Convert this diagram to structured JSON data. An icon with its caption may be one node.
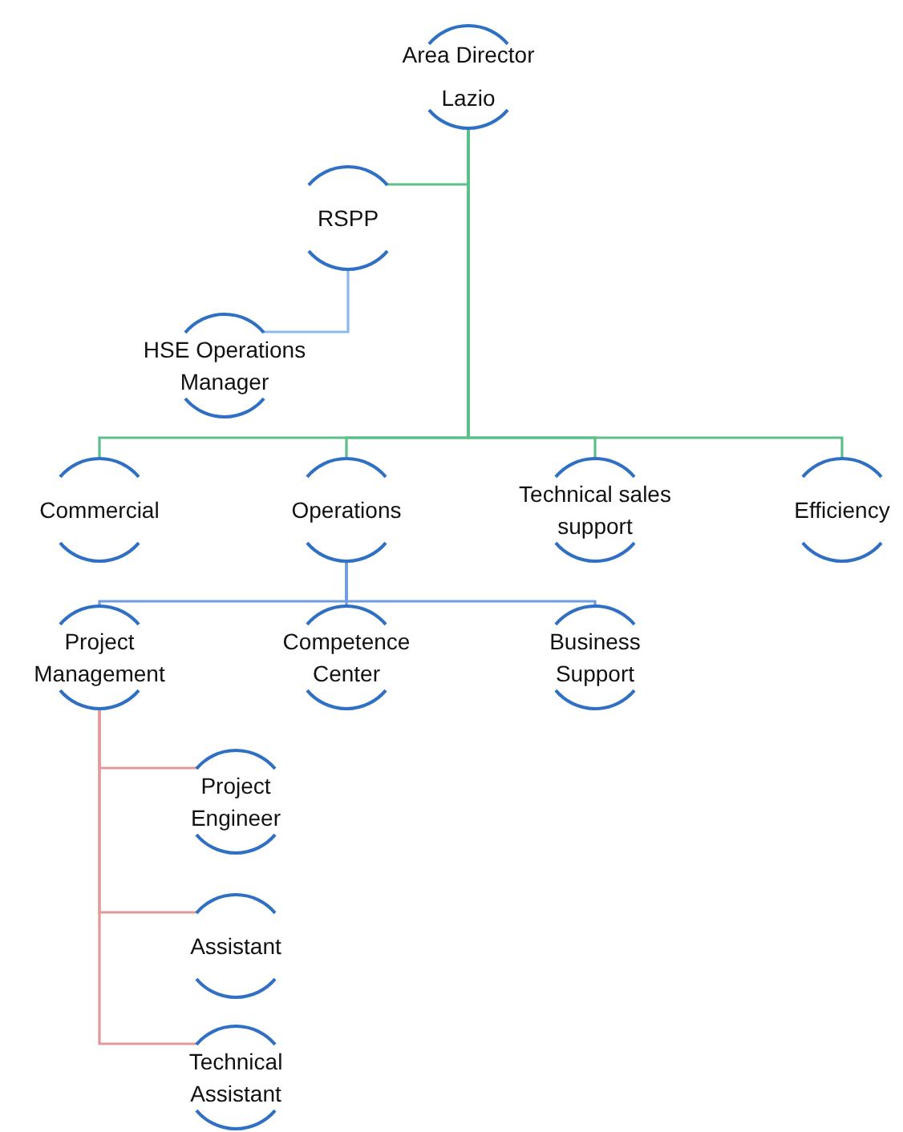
{
  "diagram": {
    "nodes": [
      {
        "text": [
          "Area Director Lazio"
        ]
      },
      {
        "text": [
          "RSPP"
        ]
      },
      {
        "text": [
          "HSE Operations Manager"
        ]
      },
      {
        "text": [
          "Commercial"
        ]
      },
      {
        "text": [
          "Operations"
        ]
      },
      {
        "text": [
          "Technical sales support"
        ]
      },
      {
        "text": [
          "Efficiency"
        ]
      },
      {
        "text": [
          "Project Management"
        ]
      },
      {
        "text": [
          "Competence Center"
        ]
      },
      {
        "text": [
          "Business Support"
        ]
      },
      {
        "text": [
          "Project Engineer"
        ]
      },
      {
        "text": [
          "Assistant"
        ]
      },
      {
        "text": [
          "Technical Assistant"
        ]
      }
    ],
    "edges": [
      {
        "from": 0,
        "to": 1,
        "arrow": "none"
      },
      {
        "from": 1,
        "to": 2,
        "arrow": "none",
        "color": "#8db8ec"
      },
      {
        "from": 0,
        "to": 3,
        "arrow": "none"
      },
      {
        "from": 0,
        "to": 4,
        "arrow": "none"
      },
      {
        "from": 0,
        "to": 5,
        "arrow": "none"
      },
      {
        "from": 0,
        "to": 6,
        "arrow": "none"
      },
      {
        "from": 4,
        "to": 7,
        "arrow": "none",
        "color": "#6d9de0"
      },
      {
        "from": 4,
        "to": 8,
        "arrow": "none",
        "color": "#6d9de0"
      },
      {
        "from": 4,
        "to": 9,
        "arrow": "none",
        "color": "#6d9de0"
      },
      {
        "from": 7,
        "to": 10,
        "arrow": "none",
        "color": "#e39a9a"
      },
      {
        "from": 7,
        "to": 11,
        "arrow": "none",
        "color": "#e39a9a"
      },
      {
        "from": 7,
        "to": 12,
        "arrow": "none",
        "color": "#e39a9a"
      }
    ]
  }
}
